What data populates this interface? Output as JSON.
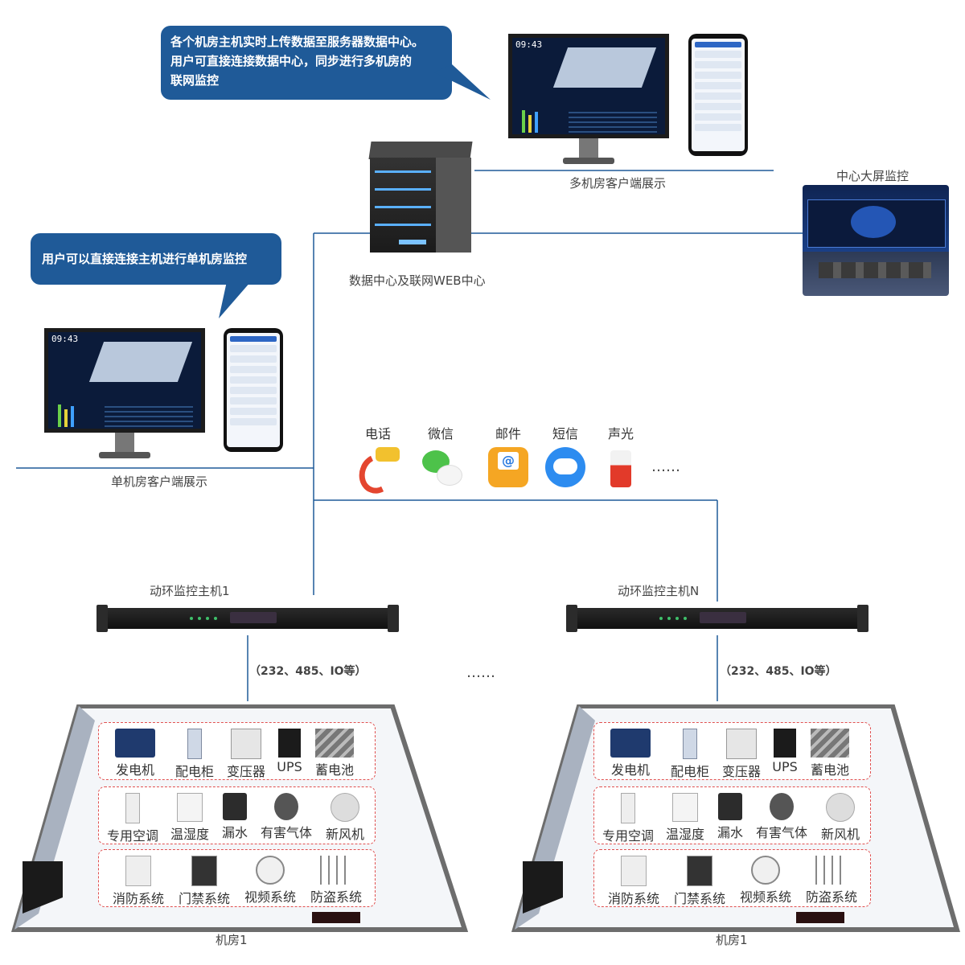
{
  "bubbles": {
    "top_line1": "各个机房主机实时上传数据至服务器数据中心。",
    "top_line2": "用户可直接连接数据中心，同步进行多机房的",
    "top_line3": "联网监控",
    "left": "用户可以直接连接主机进行单机房监控"
  },
  "screen_time": "09:43",
  "labels": {
    "multi_client": "多机房客户端展示",
    "big_screen": "中心大屏监控",
    "data_center": "数据中心及联网WEB中心",
    "single_client": "单机房客户端展示",
    "host1": "动环监控主机1",
    "hostN": "动环监控主机N",
    "protocol1": "（232、485、IO等）",
    "protocol2": "（232、485、IO等）",
    "middle_dots": "……",
    "room1_left": "机房1",
    "room1_right": "机房1"
  },
  "alerts": [
    {
      "label": "电话",
      "icon": "phone-alert-icon"
    },
    {
      "label": "微信",
      "icon": "wechat-icon"
    },
    {
      "label": "邮件",
      "icon": "mail-icon"
    },
    {
      "label": "短信",
      "icon": "sms-icon"
    },
    {
      "label": "声光",
      "icon": "siren-icon"
    }
  ],
  "alert_more": "……",
  "rooms": {
    "row1": [
      "发电机",
      "配电柜",
      "变压器",
      "UPS",
      "蓄电池"
    ],
    "row2": [
      "专用空调",
      "温湿度",
      "漏水",
      "有害气体",
      "新风机"
    ],
    "row3": [
      "消防系统",
      "门禁系统",
      "视频系统",
      "防盗系统"
    ]
  },
  "colors": {
    "bubble": "#1f5a98",
    "line": "#1f5a98",
    "dashed_group": "#e05050"
  }
}
